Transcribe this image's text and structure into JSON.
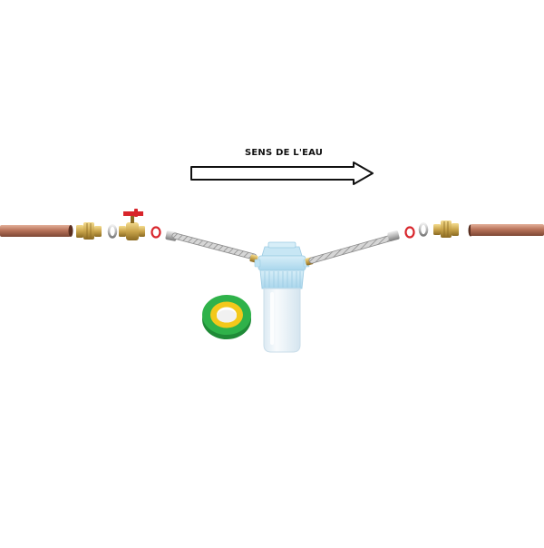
{
  "diagram": {
    "flow_label": "SENS DE L'EAU",
    "components": [
      "copper-pipe",
      "brass-compression-fitting",
      "o-ring",
      "ball-valve",
      "red-gasket",
      "braided-flexible-hose",
      "water-filter-housing",
      "ptfe-tape-roll"
    ]
  },
  "colors": {
    "copper": "#b8735a",
    "brass": "#c9a44a",
    "valve_handle": "#d8252b",
    "gasket": "#d8252b",
    "hose": "#a9a9a9",
    "filter_head": "#bfe3f3",
    "filter_bowl": "#eef6fb",
    "tape_outer": "#2fb24a",
    "tape_inner": "#f3c81b",
    "arrow": "#111111"
  }
}
